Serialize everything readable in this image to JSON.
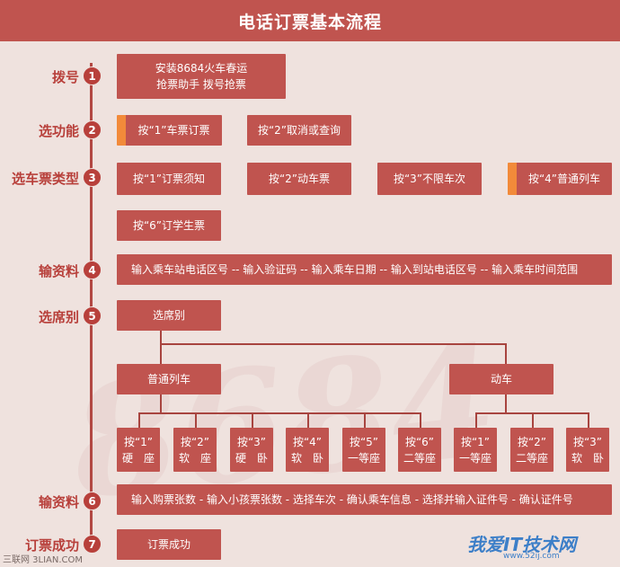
{
  "title": "电话订票基本流程",
  "watermark": "8684",
  "steps": [
    {
      "num": "1",
      "label": "拨号"
    },
    {
      "num": "2",
      "label": "选功能"
    },
    {
      "num": "3",
      "label": "选车票类型"
    },
    {
      "num": "4",
      "label": "输资料"
    },
    {
      "num": "5",
      "label": "选席别"
    },
    {
      "num": "6",
      "label": "输资料"
    },
    {
      "num": "7",
      "label": "订票成功"
    }
  ],
  "step1": {
    "line1": "安装8684火车春运",
    "line2": "抢票助手 拨号抢票"
  },
  "step2": {
    "opt1": "按“1”车票订票",
    "opt2": "按“2”取消或查询"
  },
  "step3": {
    "opt1": "按“1”订票须知",
    "opt2": "按“2”动车票",
    "opt3": "按“3”不限车次",
    "opt4": "按“4”普通列车",
    "opt6": "按“6”订学生票"
  },
  "step4": {
    "text": "输入乘车站电话区号 -- 输入验证码 -- 输入乘车日期 -- 输入到站电话区号 -- 输入乘车时间范围"
  },
  "step5": {
    "root": "选席别",
    "normal": "普通列车",
    "emu": "动车",
    "normal_leaves": [
      {
        "key": "按“1”",
        "seat": "硬　座"
      },
      {
        "key": "按“2”",
        "seat": "软　座"
      },
      {
        "key": "按“3”",
        "seat": "硬　卧"
      },
      {
        "key": "按“4”",
        "seat": "软　卧"
      },
      {
        "key": "按“5”",
        "seat": "一等座"
      },
      {
        "key": "按“6”",
        "seat": "二等座"
      }
    ],
    "emu_leaves": [
      {
        "key": "按“1”",
        "seat": "一等座"
      },
      {
        "key": "按“2”",
        "seat": "二等座"
      },
      {
        "key": "按“3”",
        "seat": "软　卧"
      }
    ]
  },
  "step6": {
    "text": "输入购票张数 - 输入小孩票张数 - 选择车次 - 确认乘车信息 - 选择并输入证件号 - 确认证件号"
  },
  "step7": {
    "text": "订票成功"
  },
  "footer": {
    "left": "三联网 3LIAN.COM",
    "right": "我爱IT技术网",
    "url": "www.52ij.com"
  },
  "colors": {
    "primary": "#c0544f",
    "accent": "#f28a3a",
    "background": "#efe2de"
  }
}
